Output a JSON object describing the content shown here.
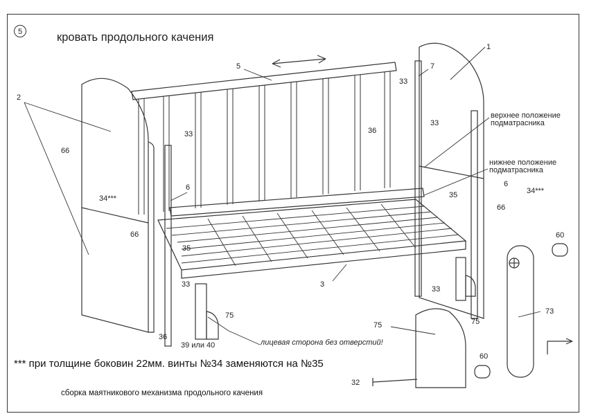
{
  "step_number": "5",
  "title": "кровать продольного качения",
  "labels": {
    "l1": "1",
    "l2": "2",
    "l3": "3",
    "l5": "5",
    "l6a": "6",
    "l6b": "6",
    "l7": "7",
    "l33a": "33",
    "l33b": "33",
    "l33c": "33",
    "l33d": "33",
    "l33e": "33",
    "l34a": "34***",
    "l34b": "34***",
    "l35a": "35",
    "l35b": "35",
    "l36a": "36",
    "l36b": "36",
    "l60a": "60",
    "l60b": "60",
    "l66a": "66",
    "l66b": "66",
    "l66c": "66",
    "l73": "73",
    "l75a": "75",
    "l75b": "75",
    "l75c": "75",
    "l32": "32",
    "l3940": "39 или 40",
    "upper_pos": "верхнее положение\nподматрасника",
    "lower_pos": "нижнее положение\nподматрасника"
  },
  "face_note": "лицевая сторона без отверстий!",
  "thickness_note": "*** при толщине боковин 22мм. винты №34 заменяются на №35",
  "assembly_note": "сборка маятникового механизма продольного качения"
}
